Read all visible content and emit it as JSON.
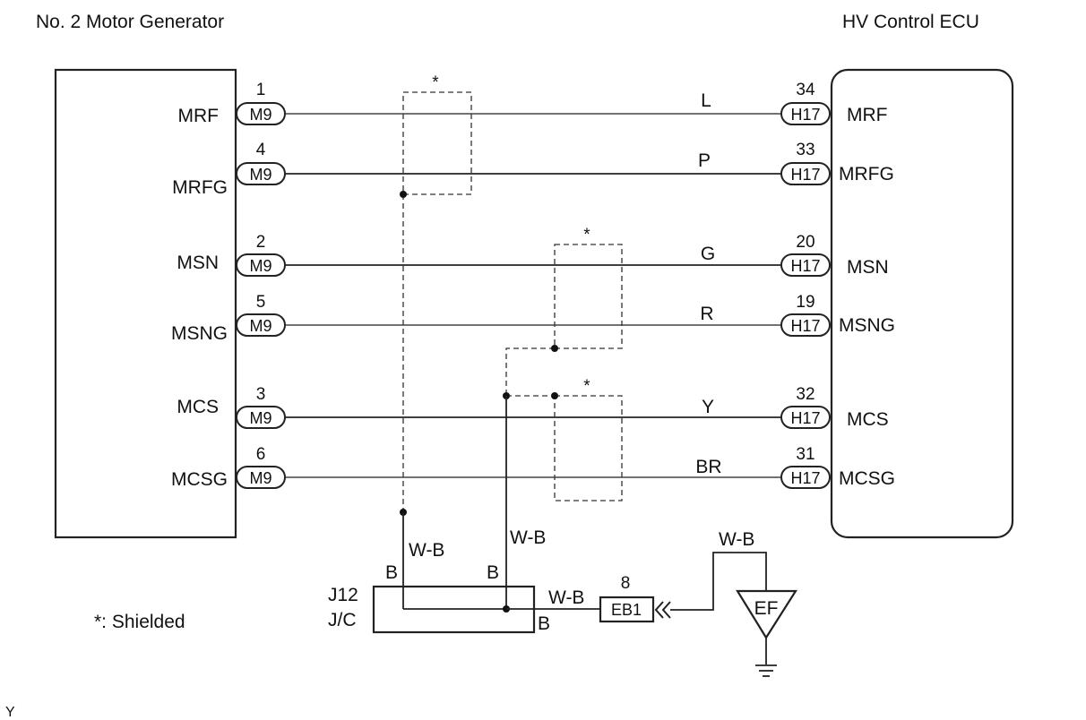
{
  "components": {
    "left": {
      "title": "No. 2 Motor Generator"
    },
    "right": {
      "title": "HV Control ECU"
    }
  },
  "connectors": {
    "left_id": "M9",
    "right_id": "H17"
  },
  "circuits": [
    {
      "left_pin": "1",
      "left_label": "MRF",
      "color": "L",
      "right_pin": "34",
      "right_label": "MRF"
    },
    {
      "left_pin": "4",
      "left_label": "MRFG",
      "color": "P",
      "right_pin": "33",
      "right_label": "MRFG"
    },
    {
      "left_pin": "2",
      "left_label": "MSN",
      "color": "G",
      "right_pin": "20",
      "right_label": "MSN"
    },
    {
      "left_pin": "5",
      "left_label": "MSNG",
      "color": "R",
      "right_pin": "19",
      "right_label": "MSNG"
    },
    {
      "left_pin": "3",
      "left_label": "MCS",
      "color": "Y",
      "right_pin": "32",
      "right_label": "MCS"
    },
    {
      "left_pin": "6",
      "left_label": "MCSG",
      "color": "BR",
      "right_pin": "31",
      "right_label": "MCSG"
    }
  ],
  "shield_marker": "*",
  "ground_wiring": {
    "wire_color": "W-B",
    "jc_pin_left": "B",
    "jc_pin_mid": "B",
    "jc_pin_right": "B",
    "junction_id": "J12",
    "junction_type": "J/C",
    "connector_pin": "8",
    "connector_id": "EB1",
    "ground_point": "EF"
  },
  "legend": {
    "text": "*: Shielded"
  },
  "footer_mark": "Y"
}
